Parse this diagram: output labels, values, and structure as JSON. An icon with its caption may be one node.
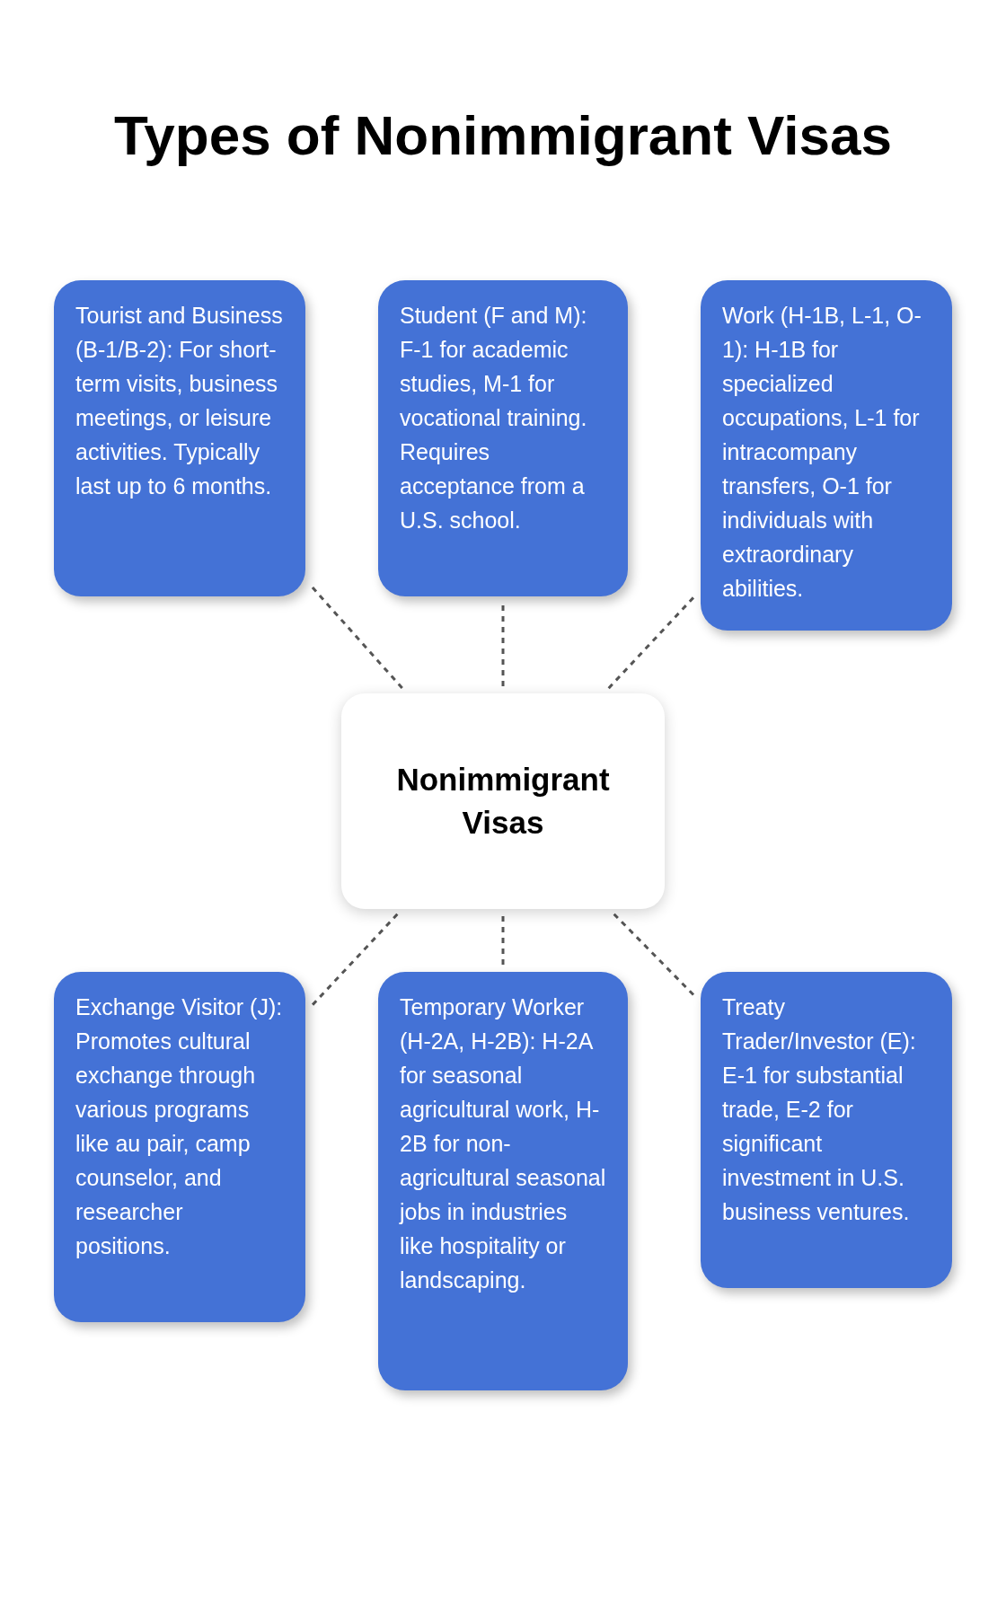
{
  "diagram": {
    "title": "Types of Nonimmigrant Visas",
    "nodes": [
      {
        "text": [
          "Tourist and Business (B-1/B-2): For short-term visits, business meetings, or leisure activities. Typically last up to 6 months."
        ]
      },
      {
        "text": [
          "Student (F and M): F-1 for academic studies, M-1 for vocational training. Requires acceptance from a U.S. school."
        ]
      },
      {
        "text": [
          "Work (H-1B, L-1, O-1): H-1B for specialized occupations, L-1 for intracompany transfers, O-1 for individuals with extraordinary abilities."
        ]
      },
      {
        "text": [
          "Nonimmigrant Visas"
        ]
      },
      {
        "text": [
          "Exchange Visitor (J): Promotes cultural exchange through various programs like au pair, camp counselor, and researcher positions."
        ]
      },
      {
        "text": [
          "Temporary Worker (H-2A, H-2B): H-2A for seasonal agricultural work, H-2B for non-agricultural seasonal jobs in industries like hospitality or landscaping."
        ]
      },
      {
        "text": [
          "Treaty Trader/Investor (E): E-1 for substantial trade, E-2 for significant investment in U.S. business ventures."
        ]
      }
    ],
    "edges": [
      {
        "from": 3,
        "to": 0,
        "arrow": "none",
        "style": "dashed"
      },
      {
        "from": 3,
        "to": 1,
        "arrow": "none",
        "style": "dashed"
      },
      {
        "from": 3,
        "to": 2,
        "arrow": "none",
        "style": "dashed"
      },
      {
        "from": 3,
        "to": 4,
        "arrow": "none",
        "style": "dashed"
      },
      {
        "from": 3,
        "to": 5,
        "arrow": "none",
        "style": "dashed"
      },
      {
        "from": 3,
        "to": 6,
        "arrow": "none",
        "style": "dashed"
      }
    ]
  }
}
